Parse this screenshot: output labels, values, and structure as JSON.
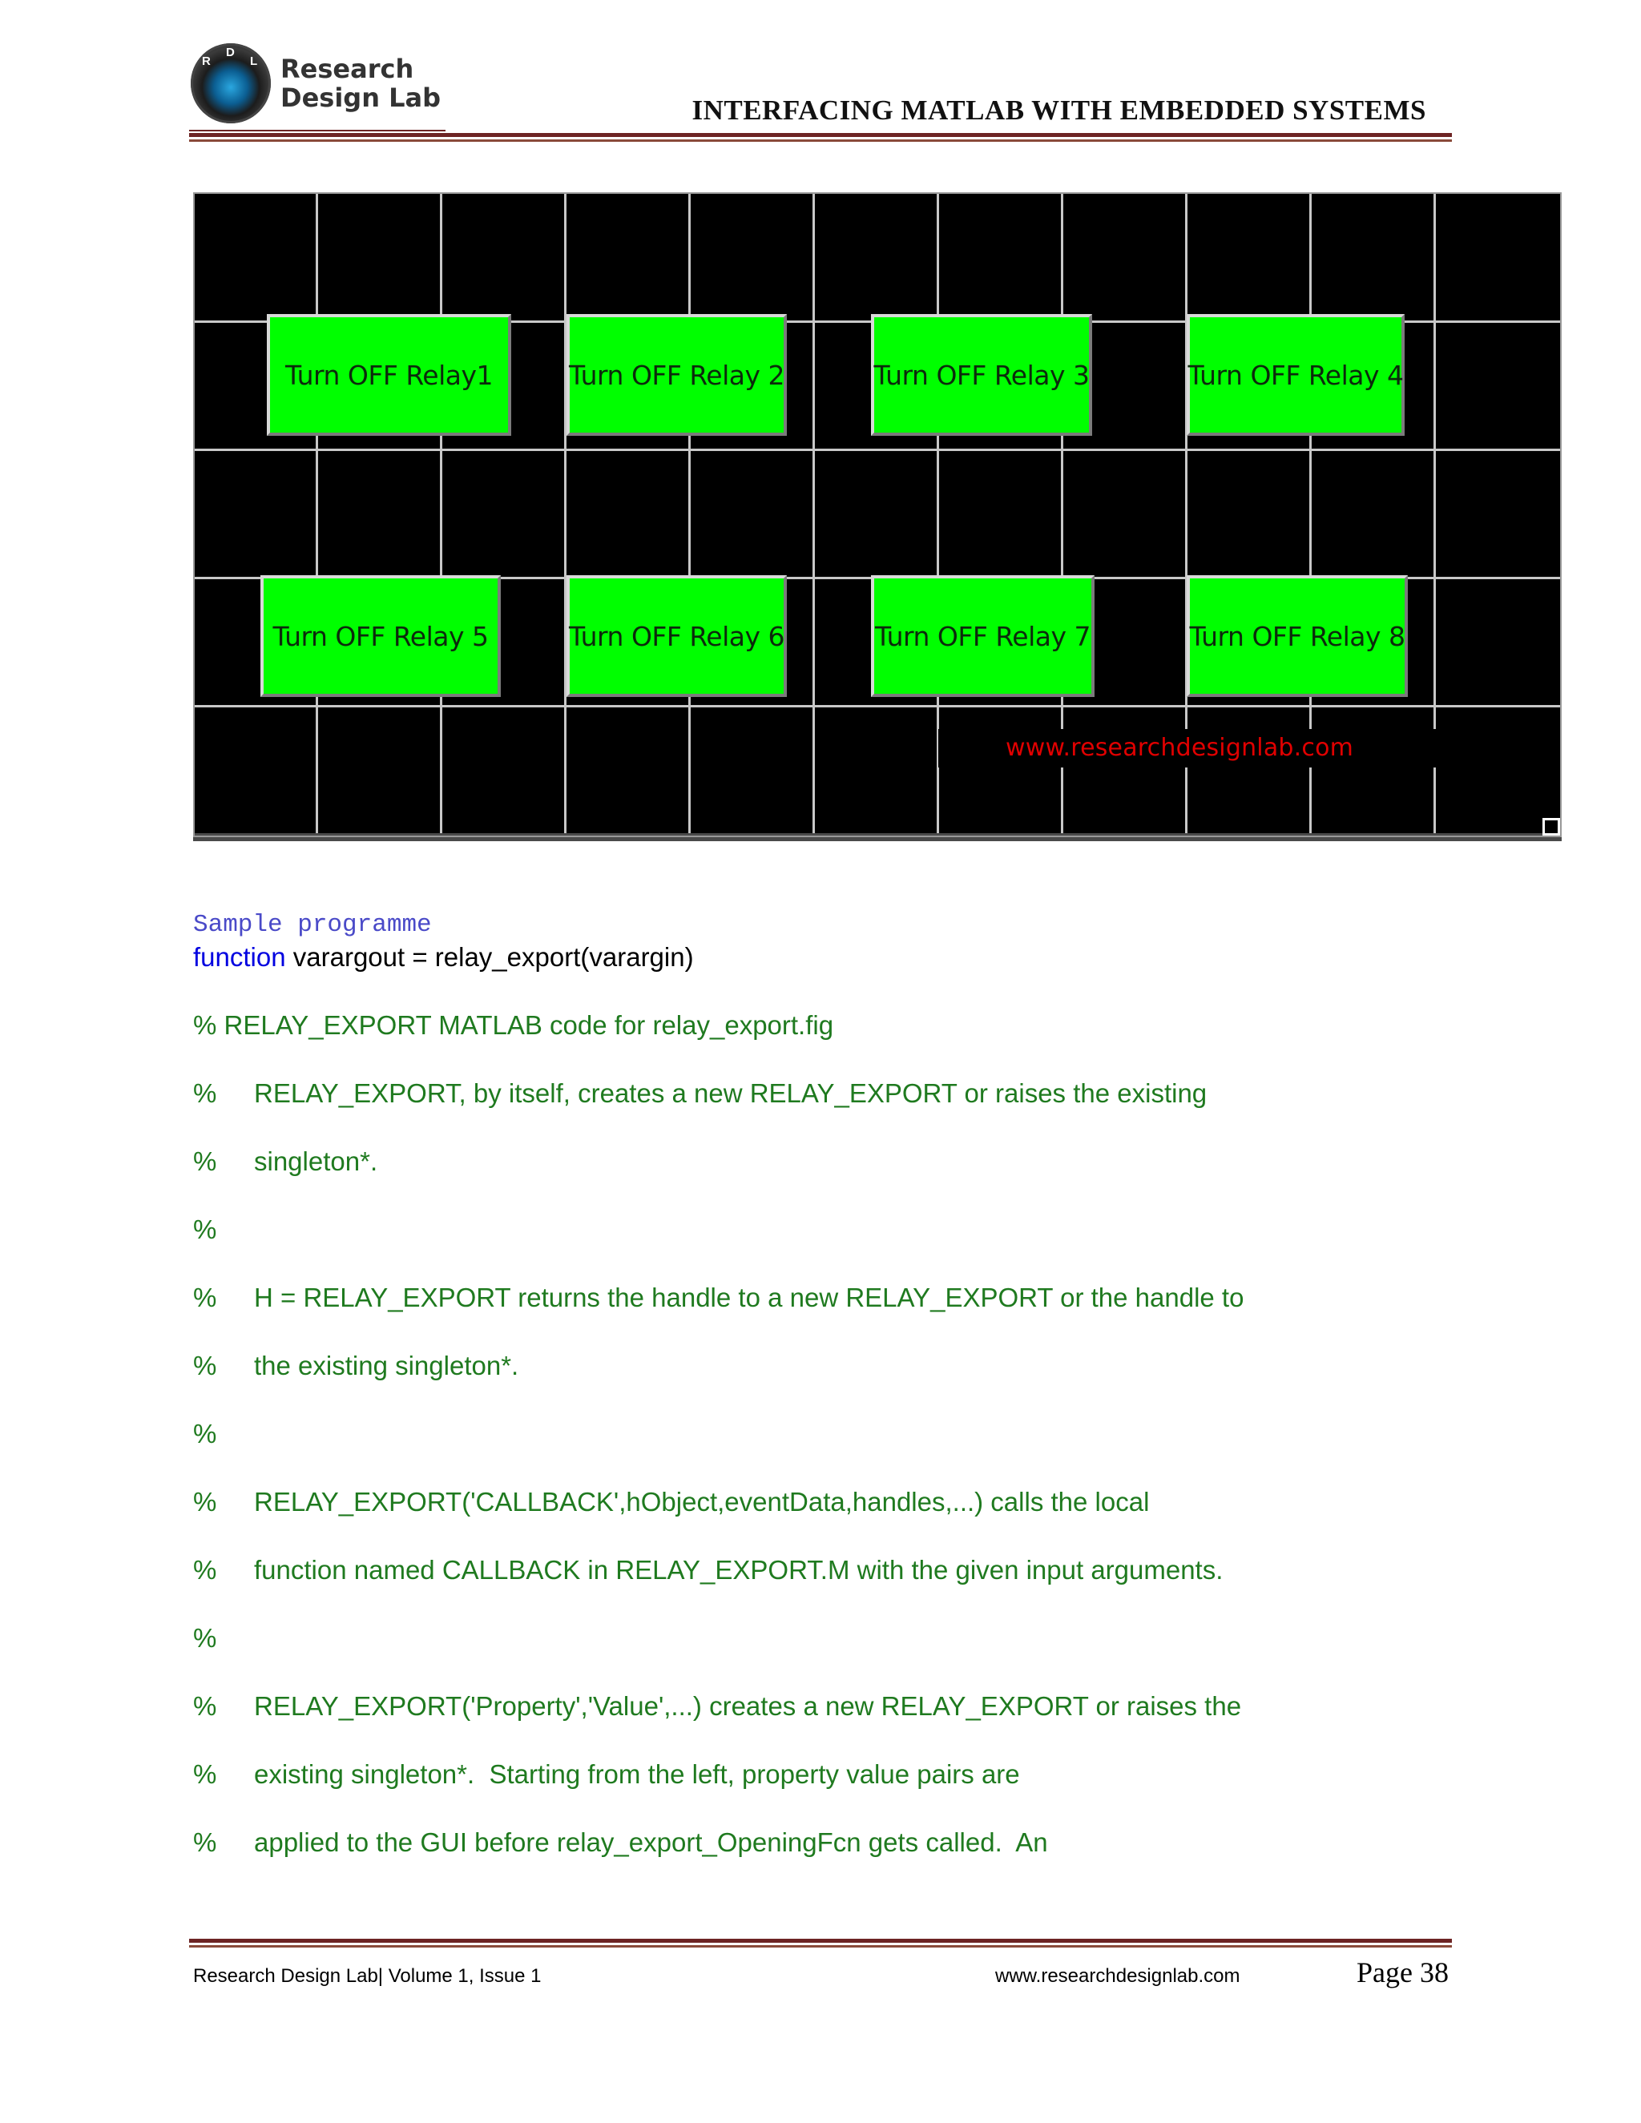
{
  "header": {
    "logo_line1": "Research",
    "logo_line2": "Design Lab",
    "logo_letters": [
      "R",
      "D",
      "L"
    ],
    "title": "INTERFACING MATLAB WITH EMBEDDED SYSTEMS"
  },
  "gui": {
    "background_color": "#000000",
    "button_color": "#00ff00",
    "url_color": "#e00000",
    "buttons": [
      "Turn OFF Relay1",
      "Turn OFF Relay 2",
      "Turn OFF Relay 3",
      "Turn OFF Relay 4",
      "Turn OFF Relay 5",
      "Turn OFF Relay 6",
      "Turn OFF Relay 7",
      "Turn OFF Relay 8"
    ],
    "url": "www.researchdesignlab.com"
  },
  "code": {
    "sample_label": "Sample programme",
    "function_keyword": "function",
    "function_signature": " varargout = relay_export(varargin)",
    "comment_first": "% RELAY_EXPORT MATLAB code for relay_export.fig",
    "comment_lines": [
      {
        "pct": "%",
        "text": "RELAY_EXPORT, by itself, creates a new RELAY_EXPORT or raises the existing"
      },
      {
        "pct": "%",
        "text": "singleton*."
      },
      {
        "pct": "%",
        "text": ""
      },
      {
        "pct": "%",
        "text": "H = RELAY_EXPORT returns the handle to a new RELAY_EXPORT or the handle to"
      },
      {
        "pct": "%",
        "text": "the existing singleton*."
      },
      {
        "pct": "%",
        "text": ""
      },
      {
        "pct": "%",
        "text": "RELAY_EXPORT('CALLBACK',hObject,eventData,handles,...) calls the local"
      },
      {
        "pct": "%",
        "text": "function named CALLBACK in RELAY_EXPORT.M with the given input arguments."
      },
      {
        "pct": "%",
        "text": ""
      },
      {
        "pct": "%",
        "text": "RELAY_EXPORT('Property','Value',...) creates a new RELAY_EXPORT or raises the"
      },
      {
        "pct": "%",
        "text": "existing singleton*.  Starting from the left, property value pairs are"
      },
      {
        "pct": "%",
        "text": "applied to the GUI before relay_export_OpeningFcn gets called.  An"
      }
    ]
  },
  "footer": {
    "left": "Research Design Lab| Volume 1, Issue 1",
    "url": "www.researchdesignlab.com",
    "page": "Page 38"
  }
}
